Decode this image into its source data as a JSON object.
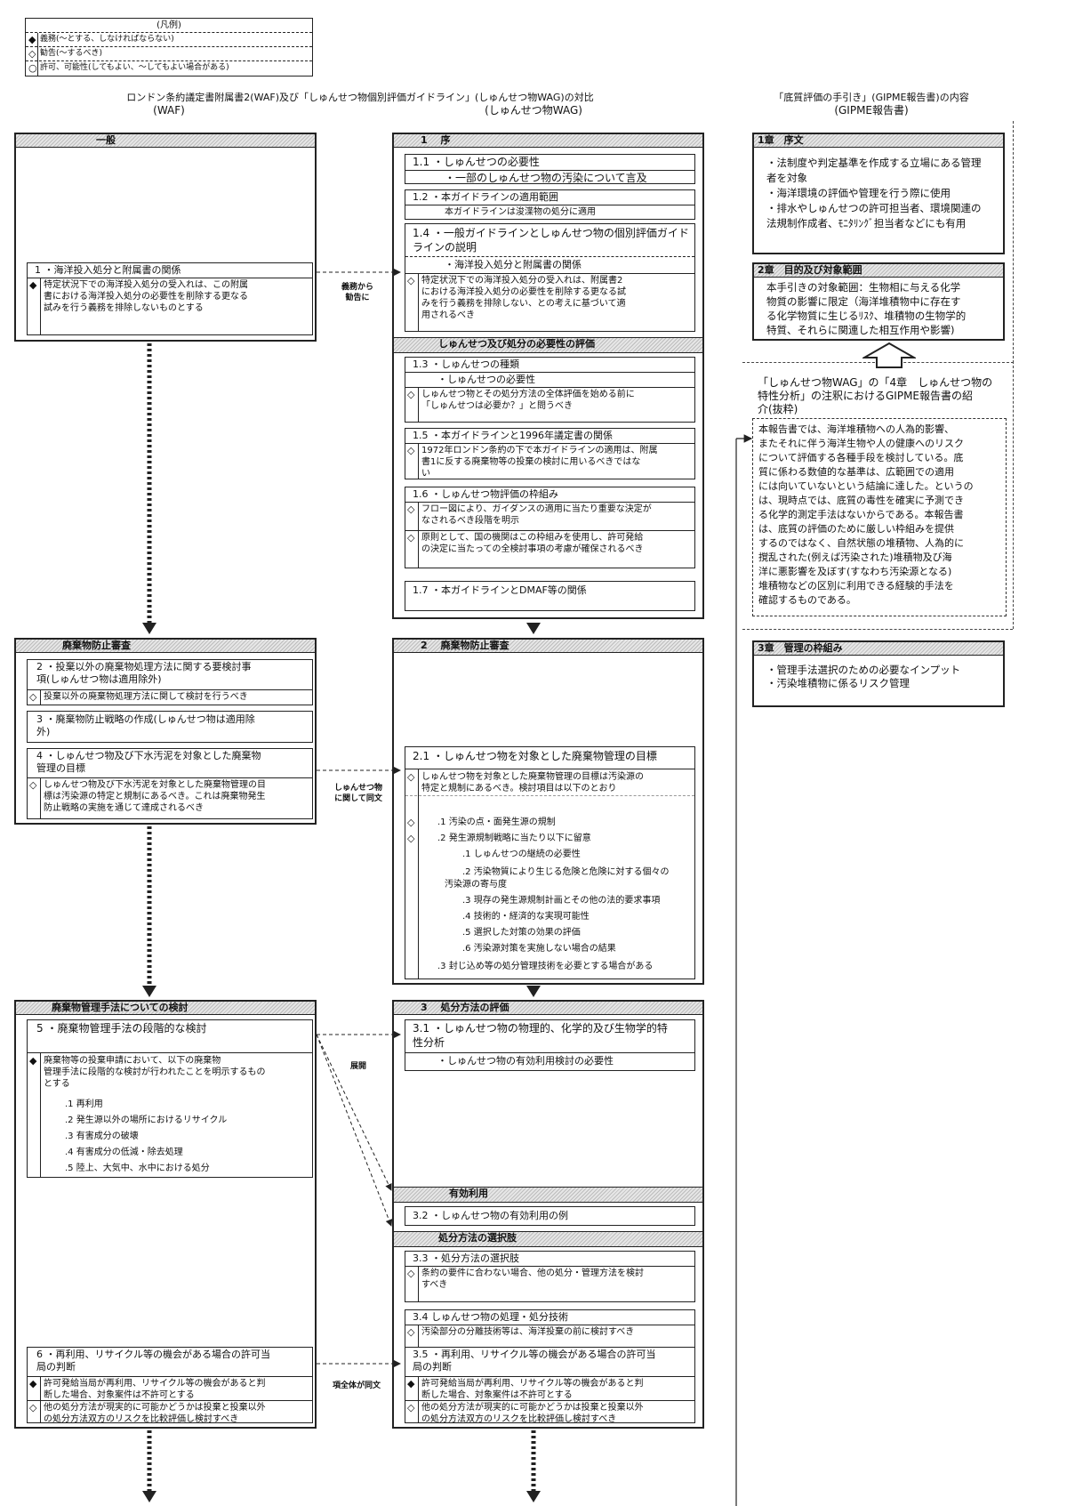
{
  "legend": {
    "title": "(凡例)",
    "rows": [
      {
        "symbol": "◆",
        "text": "義務(～とする、しなければならない)"
      },
      {
        "symbol": "◇",
        "text": "勧告(～するべき)"
      },
      {
        "symbol": "○",
        "text": "許可、可能性(してもよい、～してもよい場合がある)"
      }
    ]
  },
  "titles": {
    "main": "ロンドン条約議定書附属書2(WAF)及び「しゅんせつ物個別評価ガイドライン」(しゅんせつ物WAG)の対比",
    "waf": "(WAF)",
    "wag": "(しゅんせつ物WAG)",
    "gipme": "「底質評価の手引き」(GIPME報告書)の内容",
    "gipme_sub": "(GIPME報告書)"
  },
  "waf": {
    "general": {
      "header": "一般",
      "item1_title": "1 ・海洋投入処分と附属書の関係",
      "item1_mark": "◆",
      "item1_text": "特定状況下での海洋投入処分の受入れは、この附属\n書における海洋投入処分の必要性を削除する更なる\n試みを行う義務を排除しないものとする"
    },
    "prevention": {
      "header": "廃棄物防止審査",
      "item2_title": "2 ・投棄以外の廃棄物処理方法に関する要検討事\n項(しゅんせつ物は適用除外)",
      "item2_mark": "◇",
      "item2_text": "投棄以外の廃棄物処理方法に関して検討を行うべき",
      "item3_title": "3 ・廃棄物防止戦略の作成(しゅんせつ物は適用除\n外)",
      "item4_title": "4 ・しゅんせつ物及び下水汚泥を対象とした廃棄物\n管理の目標",
      "item4_mark": "◇",
      "item4_text": "しゅんせつ物及び下水汚泥を対象とした廃棄物管理の目\n標は汚染源の特定と規制にあるべき。これは廃棄物発生\n防止戦略の実施を通じて達成されるべき"
    },
    "management": {
      "header": "廃棄物管理手法についての検討",
      "item5_title": "5 ・廃棄物管理手法の段階的な検討",
      "item5_mark": "◆",
      "item5_text": "廃棄物等の投棄申請において、以下の廃棄物\n管理手法に段階的な検討が行われたことを明示するもの\nとする",
      "item5_list": [
        ".1 再利用",
        ".2 発生源以外の場所におけるリサイクル",
        ".3 有害成分の破壊",
        ".4 有害成分の低減・除去処理",
        ".5 陸上、大気中、水中における処分"
      ],
      "item6_title": "6 ・再利用、リサイクル等の機会がある場合の許可当\n局の判断",
      "item6_mark1": "◆",
      "item6_text1": "許可発給当局が再利用、リサイクル等の機会があると判\n断した場合、対象案件は不許可とする",
      "item6_mark2": "◇",
      "item6_text2": "他の処分方法が現実的に可能かどうかは投棄と投棄以外\nの処分方法双方のリスクを比較評価し検討すべき"
    }
  },
  "wag": {
    "intro": {
      "header": "1 　序",
      "s11_title": "1.1 ・しゅんせつの必要性",
      "s11_sub": "・一部のしゅんせつ物の汚染について言及",
      "s12_title": "1.2 ・本ガイドラインの適用範囲",
      "s12_sub": "本ガイドラインは浚渫物の処分に適用",
      "s14_title": "1.4 ・一般ガイドラインとしゅんせつ物の個別評価ガイド\nラインの説明",
      "s14_sub": "・海洋投入処分と附属書の関係",
      "s14_mark": "◇",
      "s14_text": "特定状況下での海洋投入処分の受入れは、附属書2\nにおける海洋投入処分の必要性を削除する更なる試\nみを行う義務を排除しない、との考えに基づいて適\n用されるべき",
      "need_header": "しゅんせつ及び処分の必要性の評価",
      "s13_title": "1.3 ・しゅんせつの種類",
      "s13_sub": "・しゅんせつの必要性",
      "s13_mark": "◇",
      "s13_text": "しゅんせつ物とその処分方法の全体評価を始める前に\n「しゅんせつは必要か？」と問うべき",
      "s15_title": "1.5 ・本ガイドラインと1996年議定書の関係",
      "s15_mark": "◇",
      "s15_text": "1972年ロンドン条約の下で本ガイドラインの適用は、附属\n書1に反する廃棄物等の投棄の検討に用いるべきではな\nい",
      "s16_title": "1.6 ・しゅんせつ物評価の枠組み",
      "s16_mark1": "◇",
      "s16_text1": "フロー図により、ガイダンスの適用に当たり重要な決定が\nなされるべき段階を明示",
      "s16_mark2": "◇",
      "s16_text2": "原則として、国の機関はこの枠組みを使用し、許可発給\nの決定に当たっての全検討事項の考慮が確保されるべき",
      "s17_title": "1.7 ・本ガイドラインとDMAF等の関係"
    },
    "prevention": {
      "header": "2 　廃棄物防止審査",
      "s21_title": "2.1 ・しゅんせつ物を対象とした廃棄物管理の目標",
      "s21_mark": "◇",
      "s21_text": "しゅんせつ物を対象とした廃棄物管理の目標は汚染源の\n特定と規制にあるべき。検討項目は以下のとおり",
      "s21_a_mark": "◇",
      "s21_a": ".1 汚染の点・面発生源の規制",
      "s21_b_mark": "◇",
      "s21_b": ".2 発生源規制戦略に当たり以下に留意",
      "s21_list": [
        ".1 しゅんせつの継続の必要性",
        ".2 汚染物質により生じる危険と危険に対する個々の",
        ".3 現存の発生源規制計画とその他の法的要求事項",
        ".4 技術的・経済的な実現可能性",
        ".5 選択した対策の効果の評価",
        ".6 汚染源対策を実施しない場合の結果"
      ],
      "s21_list_cont": "汚染源の寄与度",
      "s21_c": ".3 封じ込め等の処分管理技術を必要とする場合がある"
    },
    "disposal": {
      "header": "3 　処分方法の評価",
      "s31_title": "3.1 ・しゅんせつ物の物理的、化学的及び生物学的特\n性分析",
      "s31_sub": "・しゅんせつ物の有効利用検討の必要性",
      "use_header": "有効利用",
      "s32_title": "3.2 ・しゅんせつ物の有効利用の例",
      "opt_header": "処分方法の選択肢",
      "s33_title": "3.3 ・処分方法の選択肢",
      "s33_mark": "◇",
      "s33_text": "条約の要件に合わない場合、他の処分・管理方法を検討\nすべき",
      "s34_title": "3.4 しゅんせつ物の処理・処分技術",
      "s34_mark": "◇",
      "s34_text": "汚染部分の分離技術等は、海洋投棄の前に検討すべき",
      "s35_title": "3.5 ・再利用、リサイクル等の機会がある場合の許可当\n局の判断",
      "s35_mark1": "◆",
      "s35_text1": "許可発給当局が再利用、リサイクル等の機会があると判\n断した場合、対象案件は不許可とする",
      "s35_mark2": "◇",
      "s35_text2": "他の処分方法が現実的に可能かどうかは投棄と投棄以外\nの処分方法双方のリスクを比較評価し検討すべき"
    }
  },
  "gipme": {
    "ch1_header": "1章　序文",
    "ch1_text": "・法制度や判定基準を作成する立場にある管理\n者を対象\n・海洋環境の評価や管理を行う際に使用\n・排水やしゅんせつの許可担当者、環境関連の\n法規制作成者、ﾓﾆﾀﾘﾝｸﾞ担当者などにも有用",
    "ch2_header": "2章　目的及び対象範囲",
    "ch2_text": "本手引きの対象範囲：生物相に与える化学\n物質の影響に限定（海洋堆積物中に存在す\nる化学物質に生じるﾘｽｸ、堆積物の生物学的\n特質、それらに関連した相互作用や影響)",
    "intro_title": "「しゅんせつ物WAG」の「4章　しゅんせつ物の\n特性分析」の注釈におけるGIPME報告書の紹\n介(抜粋)",
    "report_text": "本報告書では、海洋堆積物への人為的影響、\nまたそれに伴う海洋生物や人の健康へのリスク\nについて評価する各種手段を検討している。底\n質に係わる数値的な基準は、広範囲での適用\nには向いていないという結論に達した。というの\nは、現時点では、底質の毒性を確実に予測でき\nる化学的測定手法はないからである。本報告書\nは、底質の評価のために厳しい枠組みを提供\nするのではなく、自然状態の堆積物、人為的に\n撹乱された(例えば汚染された)堆積物及び海\n洋に悪影響を及ぼす(すなわち汚染源となる)\n堆積物などの区別に利用できる経験的手法を\n確認するものである。",
    "ch3_header": "3章　管理の枠組み",
    "ch3_text": "・管理手法選択のための必要なインプット\n・汚染堆積物に係るリスク管理"
  },
  "connectors": {
    "label1": "義務から\n勧告に",
    "label2": "しゅんせつ物\nに関して同文",
    "label3": "展開",
    "label4": "項全体が同文"
  }
}
